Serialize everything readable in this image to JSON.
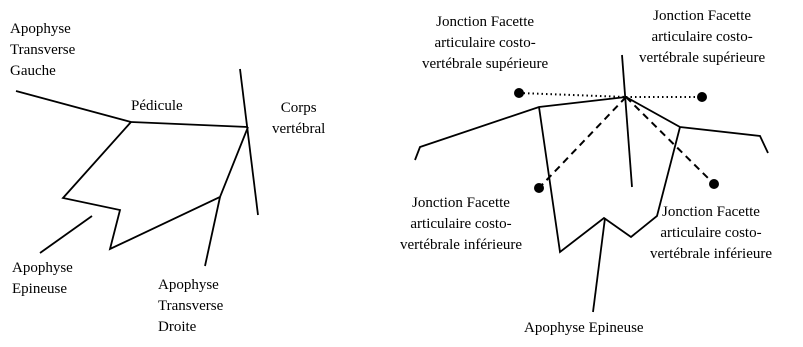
{
  "left_diagram": {
    "labels": {
      "apophyse_transverse_gauche": [
        "Apophyse",
        "Transverse",
        "Gauche"
      ],
      "pedicule": "Pédicule",
      "corps_vertebral": [
        "Corps",
        "vertébral"
      ],
      "apophyse_epineuse": [
        "Apophyse",
        "Epineuse"
      ],
      "apophyse_transverse_droite": [
        "Apophyse",
        "Transverse",
        "Droite"
      ]
    }
  },
  "right_diagram": {
    "labels": {
      "jonction_sup_left": [
        "Jonction Facette",
        "articulaire costo-",
        "vertébrale supérieure"
      ],
      "jonction_sup_right": [
        "Jonction Facette",
        "articulaire costo-",
        "vertébrale supérieure"
      ],
      "jonction_inf_left": [
        "Jonction Facette",
        "articulaire costo-",
        "vertébrale inférieure"
      ],
      "jonction_inf_right": [
        "Jonction Facette",
        "articulaire costo-",
        "vertébrale inférieure"
      ],
      "apophyse_epineuse": "Apophyse Epineuse"
    }
  }
}
